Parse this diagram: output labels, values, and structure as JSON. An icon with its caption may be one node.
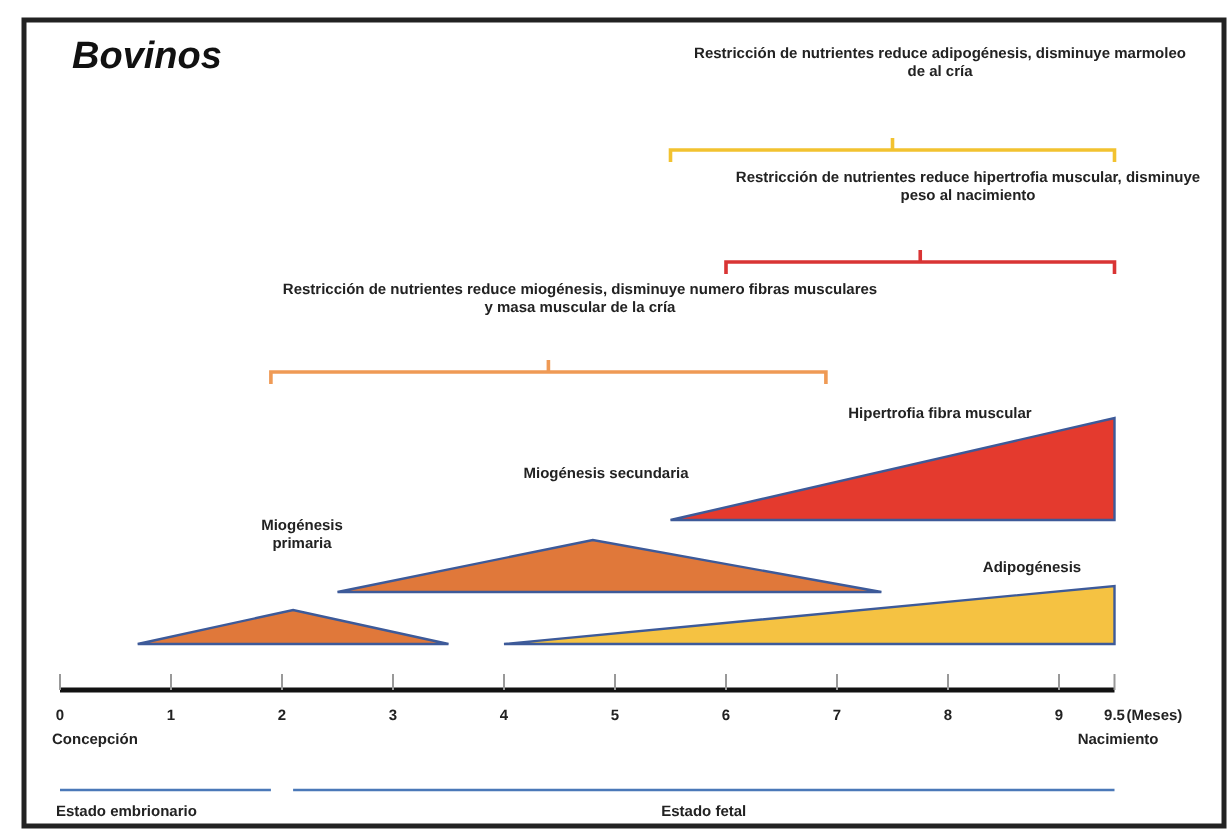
{
  "diagram": {
    "title": "Bovinos",
    "labels": [
      "Restricción de nutrientes reduce adipogénesis, disminuye marmoleo de al cría",
      "Restricción de nutrientes reduce hipertrofia muscular, disminuye peso al nacimiento",
      "Restricción de nutrientes reduce miogénesis, disminuye numero fibras musculares y masa muscular de la cría",
      "Hipertrofia fibra muscular",
      "Miogénesis secundaria",
      "Miogénesis primaria",
      "Adipogénesis",
      "0",
      "1",
      "2",
      "3",
      "4",
      "5",
      "6",
      "7",
      "8",
      "9",
      "9.5",
      "(Meses)",
      "Concepción",
      "Nacimiento",
      "Estado embrionario",
      "Estado fetal"
    ]
  }
}
